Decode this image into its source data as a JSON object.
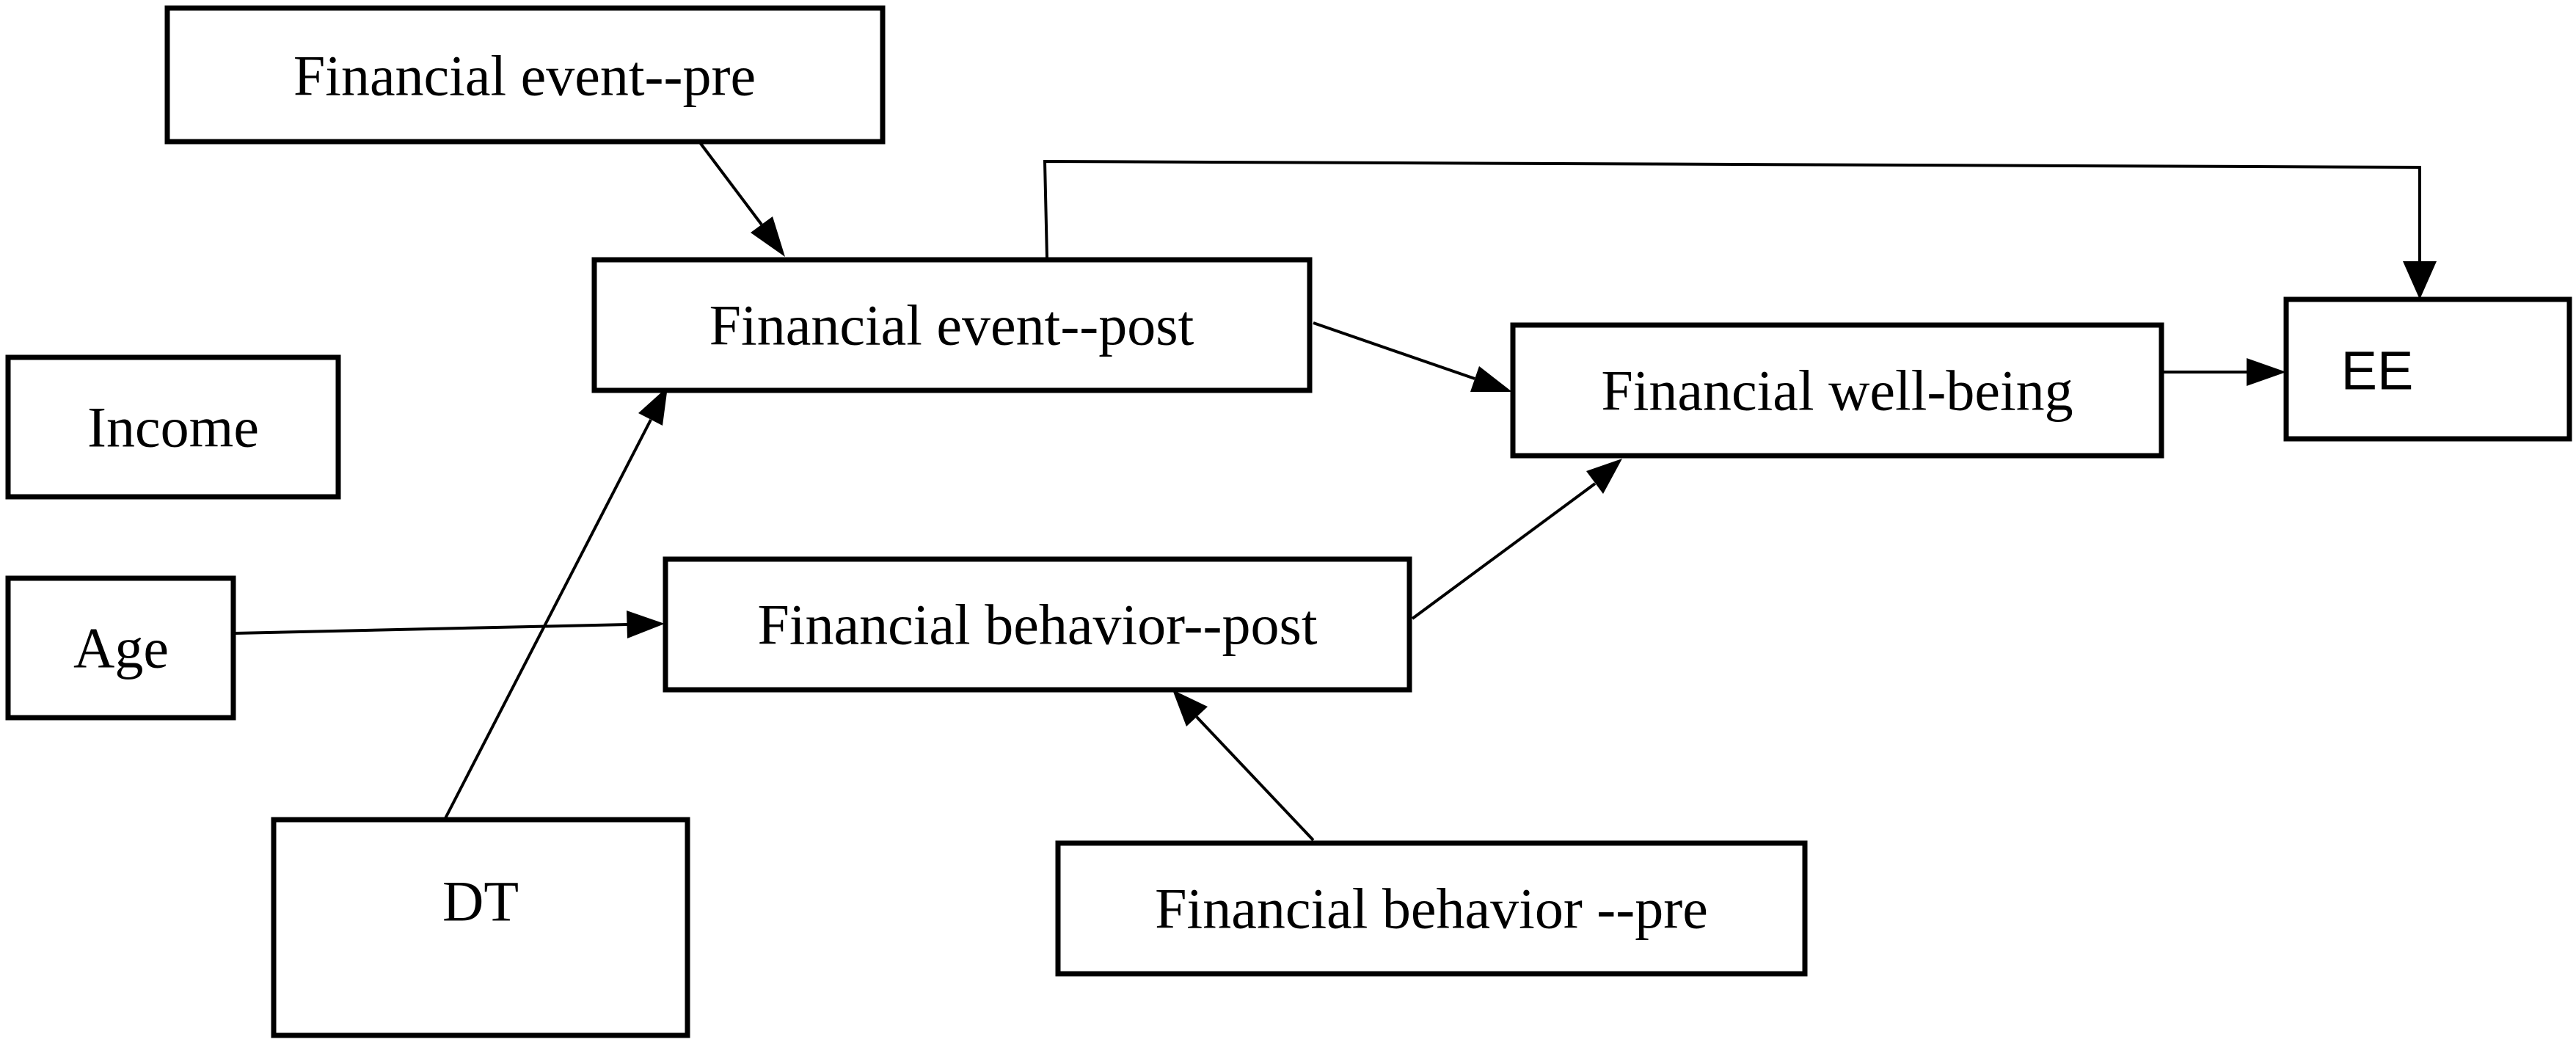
{
  "diagram": {
    "nodes": {
      "fin_event_pre": {
        "label": "Financial event--pre"
      },
      "fin_event_post": {
        "label": "Financial event--post"
      },
      "income": {
        "label": "Income"
      },
      "age": {
        "label": "Age"
      },
      "dt": {
        "label": "DT"
      },
      "fin_behavior_post": {
        "label": "Financial behavior--post"
      },
      "fin_behavior_pre": {
        "label": "Financial behavior --pre"
      },
      "fin_wellbeing": {
        "label": "Financial well-being"
      },
      "ee": {
        "label": "EE"
      }
    },
    "edges": [
      {
        "from": "fin_event_pre",
        "to": "fin_event_post"
      },
      {
        "from": "fin_event_post",
        "to": "ee"
      },
      {
        "from": "fin_event_post",
        "to": "fin_wellbeing"
      },
      {
        "from": "dt",
        "to": "fin_event_post"
      },
      {
        "from": "age",
        "to": "fin_behavior_post"
      },
      {
        "from": "fin_behavior_post",
        "to": "fin_wellbeing"
      },
      {
        "from": "fin_behavior_pre",
        "to": "fin_behavior_post"
      },
      {
        "from": "fin_wellbeing",
        "to": "ee"
      }
    ]
  }
}
